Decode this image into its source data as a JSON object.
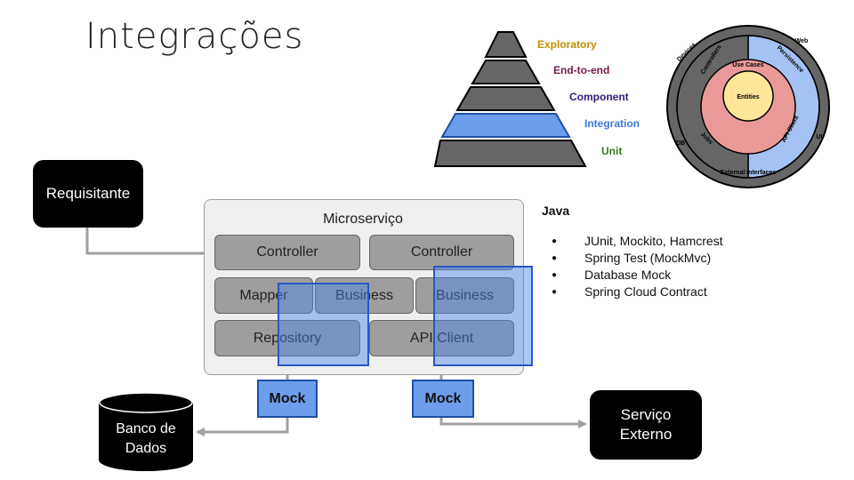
{
  "title": "Integrações",
  "pyramid": {
    "levels": [
      {
        "label": "Exploratory",
        "color": "#bf9000"
      },
      {
        "label": "End-to-end",
        "color": "#741b47"
      },
      {
        "label": "Component",
        "color": "#351c75"
      },
      {
        "label": "Integration",
        "color": "#3c78d8"
      },
      {
        "label": "Unit",
        "color": "#38761d"
      }
    ],
    "highlight_color": "#6d9eeb"
  },
  "onion": {
    "outer_labels": [
      "Devices",
      "Web",
      "UI",
      "DB",
      "External Interfaces"
    ],
    "middle_labels": [
      "Controllers",
      "Persistence",
      "Jobs",
      "API Client"
    ],
    "use_cases": "Use Cases",
    "entities": "Entities",
    "colors": {
      "outer": "#666666",
      "middle_left": "#666666",
      "middle_right": "#a4c2f4",
      "use_cases": "#ea9999",
      "entities": "#ffe599"
    }
  },
  "requisitante": "Requisitante",
  "microservico": {
    "title": "Microserviço",
    "controller_left": "Controller",
    "controller_right": "Controller",
    "mapper": "Mapper",
    "business_left": "Business",
    "business_right": "Business",
    "repository": "Repository",
    "api_client": "API Client"
  },
  "mock_left": "Mock",
  "mock_right": "Mock",
  "banco": {
    "line1": "Banco de",
    "line2": "Dados"
  },
  "servico": {
    "line1": "Serviço",
    "line2": "Externo"
  },
  "java": {
    "title": "Java",
    "items": [
      "JUnit, Mockito, Hamcrest",
      "Spring Test (MockMvc)",
      "Database Mock",
      "Spring Cloud Contract"
    ]
  }
}
